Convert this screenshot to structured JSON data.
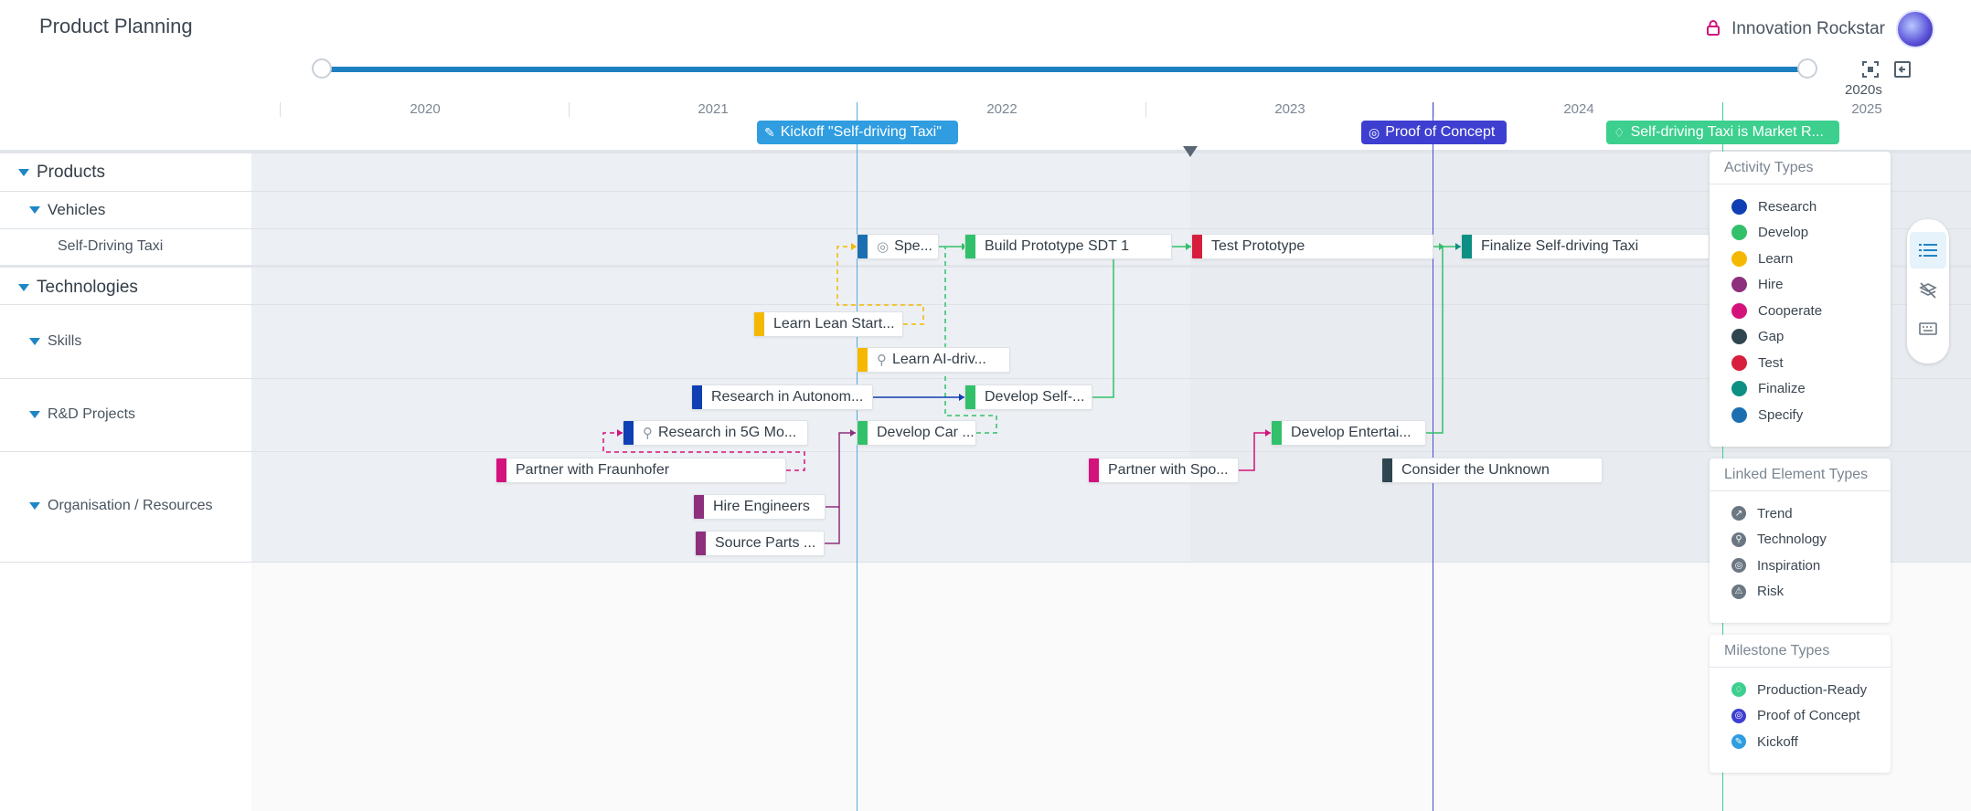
{
  "header": {
    "title": "Product Planning",
    "user_name": "Innovation Rockstar"
  },
  "timeline": {
    "zoom_label": "2020s",
    "years": [
      "2020",
      "2021",
      "2022",
      "2023",
      "2024",
      "2025"
    ]
  },
  "tree": {
    "products": "Products",
    "vehicles": "Vehicles",
    "self_driving_taxi": "Self-Driving Taxi",
    "technologies": "Technologies",
    "skills": "Skills",
    "rnd_projects": "R&D Projects",
    "organisation": "Organisation / Resources"
  },
  "milestones": [
    {
      "label": "Kickoff \"Self-driving Taxi\"",
      "type": "Kickoff",
      "color": "#2f9de0"
    },
    {
      "label": "Proof of Concept",
      "type": "Proof of Concept",
      "color": "#3e3fd0"
    },
    {
      "label": "Self-driving Taxi is Market R...",
      "type": "Production-Ready",
      "color": "#3ccf8e"
    }
  ],
  "activities": {
    "specify": "Spe...",
    "build_prototype": "Build Prototype SDT 1",
    "test_prototype": "Test Prototype",
    "finalize": "Finalize Self-driving Taxi",
    "learn_lean": "Learn Lean Start...",
    "learn_ai": "Learn AI-driv...",
    "research_autonomous": "Research in Autonom...",
    "develop_self": "Develop Self-...",
    "research_5g": "Research in 5G Mo...",
    "develop_car": "Develop Car ...",
    "develop_entertainment": "Develop Entertai...",
    "partner_fraunhofer": "Partner with Fraunhofer",
    "partner_spo": "Partner with Spo...",
    "consider_unknown": "Consider the Unknown",
    "hire_engineers": "Hire Engineers",
    "source_parts": "Source Parts ..."
  },
  "legend": {
    "activity_title": "Activity Types",
    "activity_types": [
      {
        "name": "Research",
        "color": "#0f3fb3"
      },
      {
        "name": "Develop",
        "color": "#33c06b"
      },
      {
        "name": "Learn",
        "color": "#f5b800"
      },
      {
        "name": "Hire",
        "color": "#8e2f7e"
      },
      {
        "name": "Cooperate",
        "color": "#d4127c"
      },
      {
        "name": "Gap",
        "color": "#2f4650"
      },
      {
        "name": "Test",
        "color": "#d81e3d"
      },
      {
        "name": "Finalize",
        "color": "#0e8f84"
      },
      {
        "name": "Specify",
        "color": "#1b6fb0"
      }
    ],
    "linked_title": "Linked Element Types",
    "linked_types": [
      {
        "name": "Trend",
        "icon": "trend-icon"
      },
      {
        "name": "Technology",
        "icon": "technology-icon"
      },
      {
        "name": "Inspiration",
        "icon": "inspiration-icon"
      },
      {
        "name": "Risk",
        "icon": "risk-icon"
      }
    ],
    "milestone_title": "Milestone Types",
    "milestone_types": [
      {
        "name": "Production-Ready",
        "color": "#3ccf8e"
      },
      {
        "name": "Proof of Concept",
        "color": "#3e3fd0"
      },
      {
        "name": "Kickoff",
        "color": "#2f9de0"
      }
    ]
  }
}
